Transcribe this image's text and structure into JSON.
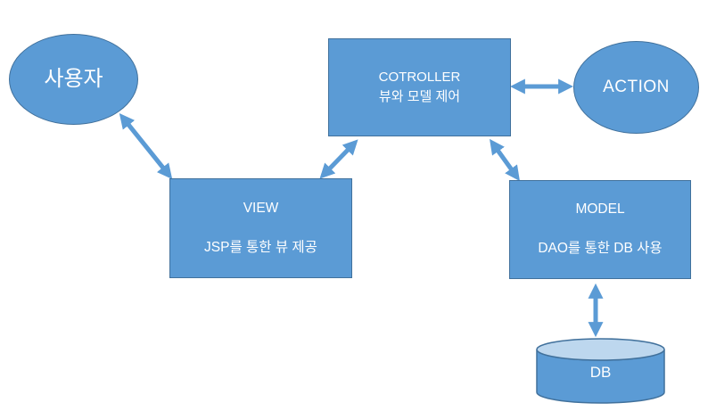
{
  "colors": {
    "background": "#ffffff",
    "shape_fill": "#5b9bd5",
    "shape_border": "#41719c",
    "cylinder_top_fill": "#bdd7ee",
    "arrow_color": "#5b9bd5",
    "text_color": "#ffffff"
  },
  "nodes": {
    "user": {
      "shape": "ellipse",
      "label": "사용자"
    },
    "controller": {
      "shape": "rect",
      "title": "COTROLLER",
      "subtitle": "뷰와 모델 제어"
    },
    "action": {
      "shape": "ellipse",
      "label": "ACTION"
    },
    "view": {
      "shape": "rect",
      "title": "VIEW",
      "subtitle": "JSP를 통한 뷰 제공"
    },
    "model": {
      "shape": "rect",
      "title": "MODEL",
      "subtitle": "DAO를 통한 DB 사용"
    },
    "db": {
      "shape": "cylinder",
      "label": "DB"
    }
  },
  "edges": [
    {
      "from": "user",
      "to": "view",
      "style": "double-arrow"
    },
    {
      "from": "view",
      "to": "controller",
      "style": "double-arrow"
    },
    {
      "from": "controller",
      "to": "action",
      "style": "double-arrow"
    },
    {
      "from": "controller",
      "to": "model",
      "style": "double-arrow"
    },
    {
      "from": "model",
      "to": "db",
      "style": "double-arrow"
    }
  ]
}
